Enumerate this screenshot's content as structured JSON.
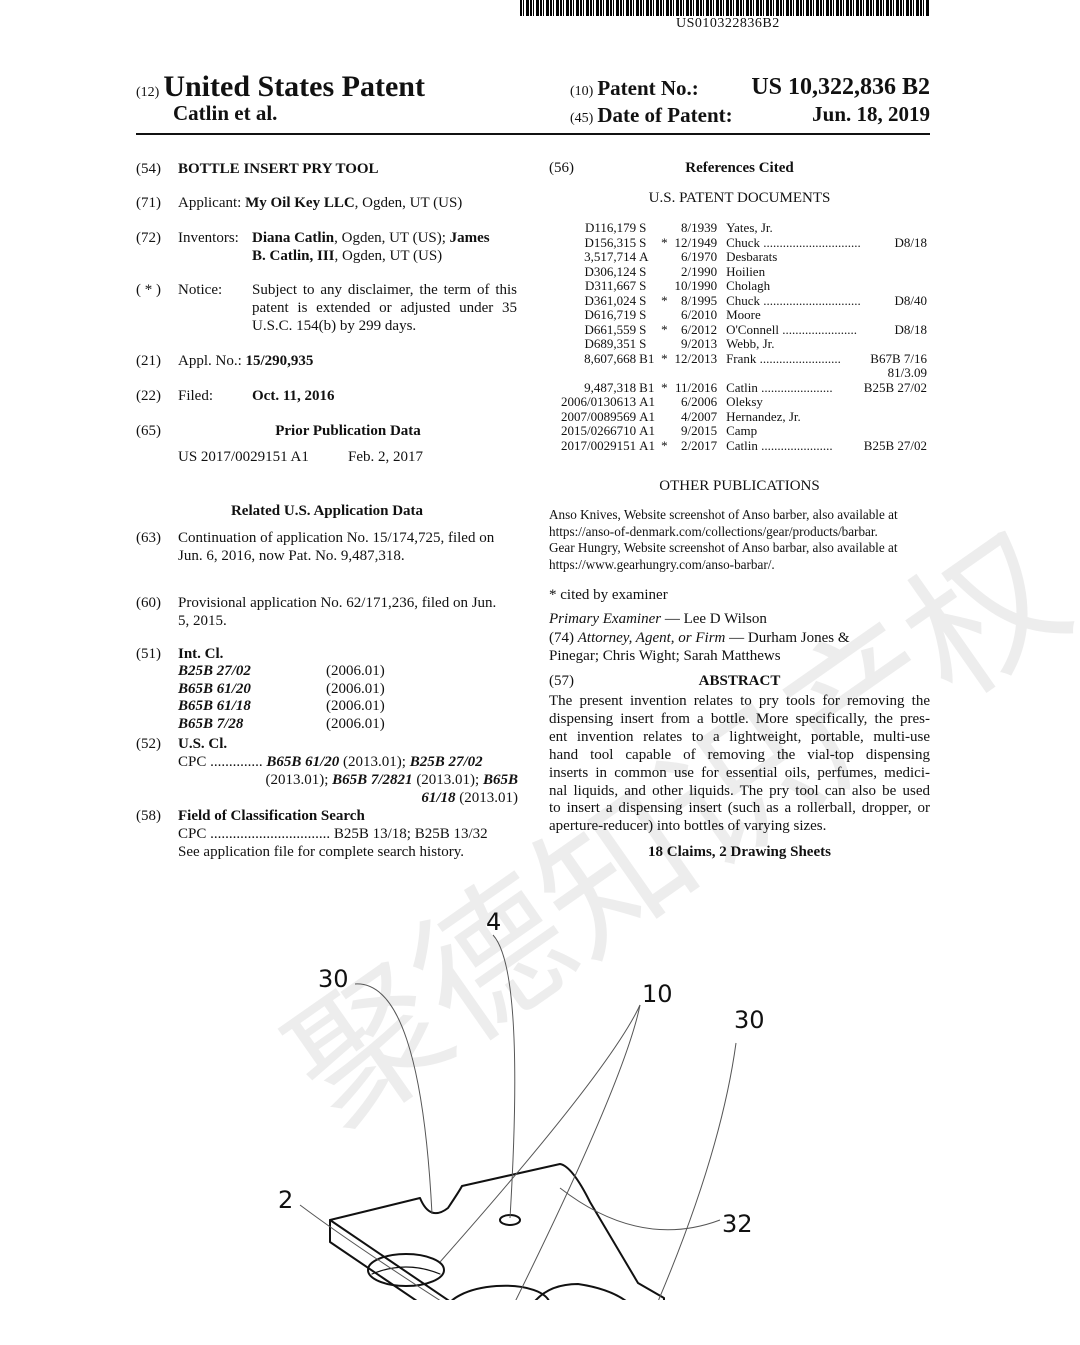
{
  "header": {
    "doc_number": "US010322836B2",
    "code_12": "(12)",
    "title": "United States Patent",
    "inventors_short": "Catlin et al.",
    "code_10": "(10)",
    "patent_no_label": "Patent No.:",
    "patent_no": "US 10,322,836 B2",
    "code_45": "(45)",
    "date_label": "Date of Patent:",
    "date": "Jun. 18, 2019"
  },
  "left": {
    "f54": {
      "code": "(54)",
      "title": "BOTTLE INSERT PRY TOOL"
    },
    "f71": {
      "code": "(71)",
      "label": "Applicant:",
      "name": "My Oil Key LLC",
      "rest": ", Ogden, UT (US)"
    },
    "f72": {
      "code": "(72)",
      "label": "Inventors:",
      "name1": "Diana Catlin",
      "rest1": ", Ogden, UT (US); ",
      "name2a": "James",
      "name2b": "B. Catlin, III",
      "rest2": ", Ogden, UT (US)"
    },
    "fnotice": {
      "code": "( * )",
      "label": "Notice:",
      "line1": "Subject to any disclaimer, the term of this",
      "line2": "patent is extended or adjusted under 35",
      "line3": "U.S.C. 154(b) by 299 days."
    },
    "f21": {
      "code": "(21)",
      "label": "Appl. No.:",
      "value": "15/290,935"
    },
    "f22": {
      "code": "(22)",
      "label": "Filed:",
      "value": "Oct. 11, 2016"
    },
    "f65": {
      "code": "(65)",
      "title": "Prior Publication Data",
      "pub": "US 2017/0029151 A1",
      "date": "Feb. 2, 2017"
    },
    "related_title": "Related U.S. Application Data",
    "f63": {
      "code": "(63)",
      "line1": "Continuation of application No. 15/174,725, filed on",
      "line2": "Jun. 6, 2016, now Pat. No. 9,487,318."
    },
    "f60": {
      "code": "(60)",
      "line1": "Provisional application No. 62/171,236, filed on Jun.",
      "line2": "5, 2015."
    },
    "f51": {
      "code": "(51)",
      "title": "Int. Cl.",
      "classes": [
        {
          "cls": "B25B 27/02",
          "ver": "(2006.01)"
        },
        {
          "cls": "B65B 61/20",
          "ver": "(2006.01)"
        },
        {
          "cls": "B65B 61/18",
          "ver": "(2006.01)"
        },
        {
          "cls": "B65B 7/28",
          "ver": "(2006.01)"
        }
      ]
    },
    "f52": {
      "code": "(52)",
      "title": "U.S. Cl.",
      "cpc_label": "CPC ..............",
      "c1": "B65B 61/20",
      "c1v": " (2013.01); ",
      "c2": "B25B 27/02",
      "c2v": "(2013.01); ",
      "c3": "B65B 7/2821",
      "c3v": " (2013.01); ",
      "c4a": "B65B",
      "c4b": "61/18",
      "c4v": " (2013.01)"
    },
    "f58": {
      "code": "(58)",
      "title": "Field of Classification Search",
      "cpc_label": "CPC ................................",
      "cpc_value": "B25B 13/18; B25B 13/32",
      "note": "See application file for complete search history."
    }
  },
  "right": {
    "f56": {
      "code": "(56)",
      "title": "References Cited"
    },
    "usdocs_title": "U.S. PATENT DOCUMENTS",
    "refs": [
      {
        "num": "D116,179",
        "kind": "S",
        "star": "",
        "date": "8/1939",
        "name": "Yates, Jr.",
        "cls": ""
      },
      {
        "num": "D156,315",
        "kind": "S",
        "star": "*",
        "date": "12/1949",
        "name": "Chuck ..............................",
        "cls": "D8/18"
      },
      {
        "num": "3,517,714",
        "kind": "A",
        "star": "",
        "date": "6/1970",
        "name": "Desbarats",
        "cls": ""
      },
      {
        "num": "D306,124",
        "kind": "S",
        "star": "",
        "date": "2/1990",
        "name": "Hoilien",
        "cls": ""
      },
      {
        "num": "D311,667",
        "kind": "S",
        "star": "",
        "date": "10/1990",
        "name": "Cholagh",
        "cls": ""
      },
      {
        "num": "D361,024",
        "kind": "S",
        "star": "*",
        "date": "8/1995",
        "name": "Chuck ..............................",
        "cls": "D8/40"
      },
      {
        "num": "D616,719",
        "kind": "S",
        "star": "",
        "date": "6/2010",
        "name": "Moore",
        "cls": ""
      },
      {
        "num": "D661,559",
        "kind": "S",
        "star": "*",
        "date": "6/2012",
        "name": "O'Connell .......................",
        "cls": "D8/18"
      },
      {
        "num": "D689,351",
        "kind": "S",
        "star": "",
        "date": "9/2013",
        "name": "Webb, Jr.",
        "cls": ""
      },
      {
        "num": "8,607,668",
        "kind": "B1",
        "star": "*",
        "date": "12/2013",
        "name": "Frank .........................",
        "cls": "B67B 7/16"
      },
      {
        "num": "",
        "kind": "",
        "star": "",
        "date": "",
        "name": "",
        "cls": "81/3.09"
      },
      {
        "num": "9,487,318",
        "kind": "B1",
        "star": "*",
        "date": "11/2016",
        "name": "Catlin ......................",
        "cls": "B25B 27/02"
      },
      {
        "num": "2006/0130613",
        "kind": "A1",
        "star": "",
        "date": "6/2006",
        "name": "Oleksy",
        "cls": ""
      },
      {
        "num": "2007/0089569",
        "kind": "A1",
        "star": "",
        "date": "4/2007",
        "name": "Hernandez, Jr.",
        "cls": ""
      },
      {
        "num": "2015/0266710",
        "kind": "A1",
        "star": "",
        "date": "9/2015",
        "name": "Camp",
        "cls": ""
      },
      {
        "num": "2017/0029151",
        "kind": "A1",
        "star": "*",
        "date": "2/2017",
        "name": "Catlin ......................",
        "cls": "B25B 27/02"
      }
    ],
    "other_title": "OTHER PUBLICATIONS",
    "other_lines": [
      "Anso Knives, Website screenshot of Anso barber, also available at",
      "https://anso-of-denmark.com/collections/gear/products/barbar.",
      "Gear Hungry, Website screenshot of Anso barbar, also available at",
      "https://www.gearhungry.com/anso-barbar/."
    ],
    "cited": "* cited by examiner",
    "examiner_label": "Primary Examiner",
    "examiner": " — Lee D Wilson",
    "f74": {
      "code": "(74)",
      "label": "Attorney, Agent, or Firm",
      "value1": " — Durham Jones &",
      "value2": "Pinegar; Chris Wight; Sarah Matthews"
    },
    "f57": {
      "code": "(57)",
      "title": "ABSTRACT"
    },
    "abstract_lines": [
      "The present invention relates to pry tools for removing the",
      "dispensing insert from a bottle. More specifically, the pres-",
      "ent invention relates to a lightweight, portable, multi-use",
      "hand tool capable of removing the vial-top dispensing",
      "inserts in common use for essential oils, perfumes, medici-",
      "nal liquids, and other liquids. The pry tool can also be used",
      "to insert a dispensing insert (such as a rollerball, dropper, or",
      "aperture-reducer) into bottles of varying sizes."
    ],
    "claims": "18 Claims, 2 Drawing Sheets"
  },
  "figure": {
    "labels": {
      "l4": "4",
      "l30a": "30",
      "l10": "10",
      "l30b": "30",
      "l2": "2",
      "l32": "32"
    }
  },
  "watermark": "聚德知识产权"
}
